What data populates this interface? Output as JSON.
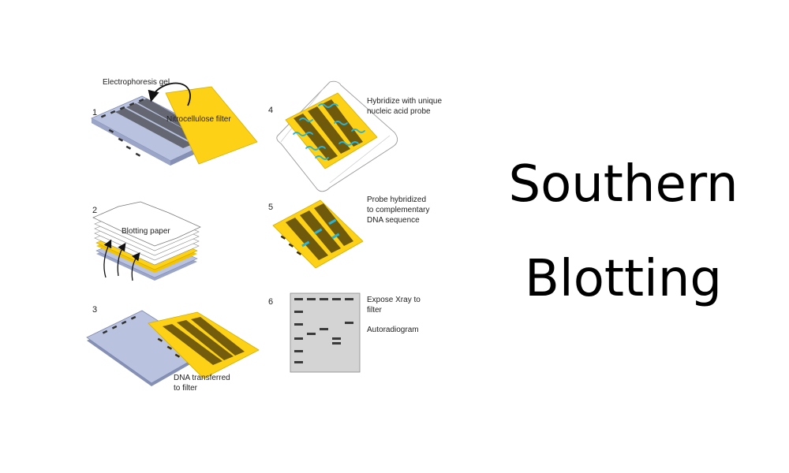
{
  "title": {
    "line1": "Southern",
    "line2": "Blotting"
  },
  "colors": {
    "gel": "#b9c3e0",
    "gel_edge": "#8590b4",
    "filter": "#fcd116",
    "filter_edge": "#c9a400",
    "band_dark": "#4a3a12",
    "probe": "#2bb3d6",
    "xray": "#d4d4d4",
    "xray_band": "#3a3a3a"
  },
  "steps": [
    {
      "number": "1",
      "labels": [
        "Electrophoresis gel",
        "Nitrocellulose filter"
      ]
    },
    {
      "number": "2",
      "labels": [
        "Blotting paper"
      ]
    },
    {
      "number": "3",
      "labels": [
        "DNA  transferred",
        "to filter"
      ]
    },
    {
      "number": "4",
      "labels": [
        "Hybridize with unique",
        "nucleic acid probe"
      ]
    },
    {
      "number": "5",
      "labels": [
        "Probe hybridized",
        "to complementary",
        "DNA sequence"
      ]
    },
    {
      "number": "6",
      "labels": [
        "Expose Xray to",
        "filter",
        "Autoradiogram"
      ]
    }
  ]
}
